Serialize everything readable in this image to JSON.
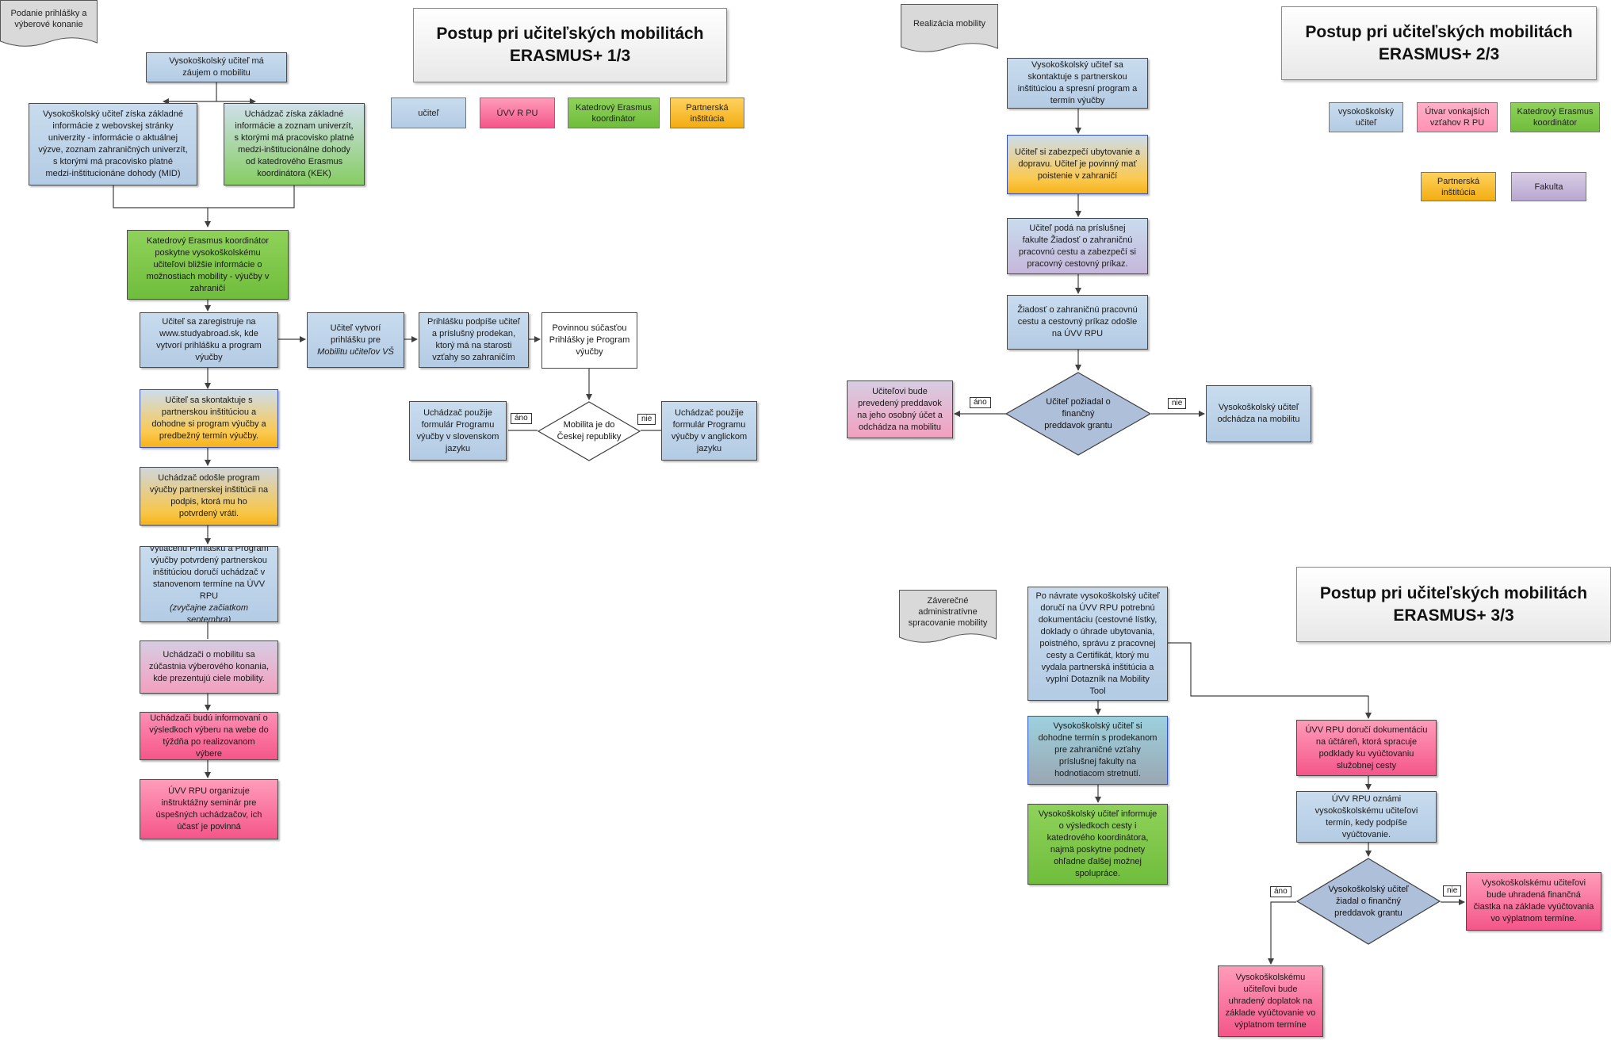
{
  "titles": {
    "t1": "Postup pri učiteľských mobilitách\nERASMUS+   1/3",
    "t2": "Postup pri učiteľských mobilitách\nERASMUS+   2/3",
    "t3": "Postup pri učiteľských mobilitách\nERASMUS+   3/3"
  },
  "sections": {
    "s1": "Podanie prihlášky a\nvýberové konanie",
    "s2": "Realizácia mobility",
    "s3": "Záverečné\nadministratívne\nspracovanie mobility"
  },
  "legend1": {
    "ucitel": "učiteľ",
    "uvv": "ÚVV R PU",
    "katedrovy": "Katedrový Erasmus\nkoordinátor",
    "partnerska": "Partnerská\ninštitúcia"
  },
  "legend2": {
    "vs_ucitel": "vysokoškolský\nučiteľ",
    "utvar": "Útvar vonkajších\nvzťahov R PU",
    "katedrovy": "Katedrový Erasmus\nkoordinátor",
    "partnerska": "Partnerská\ninštitúcia",
    "fakulta": "Fakulta"
  },
  "flow1": {
    "zaujem": "Vysokoškolský učiteľ má\nzáujem o mobilitu",
    "web": "Vysokoškolský učiteľ získa základné\ninformácie z webovskej stránky\nuniverzity - informácie o aktuálnej\nvýzve, zoznam zahraničných univerzít,\ns ktorými má pracovisko platné\nmedzi-inštitucionáne dohody (MID)",
    "kek": "Uchádzač získa základné\ninformácie a zoznam univerzít,\ns ktorými má pracovisko platné\nmedzi-inštitucionálne dohody\nod katedrového Erasmus\nkoordinátora (KEK)",
    "koordinator": "Katedrový Erasmus koordinátor\nposkytne vysokoškolskému\nučiteľovi bližšie informácie o\nmožnostiach mobility - výučby v\nzahraničí",
    "registracia": "Učiteľ sa zaregistruje na\nwww.studyabroad.sk, kde\nvytvorí prihlášku a program\nvýučby",
    "vytvori_1": "Učiteľ vytvorí\nprihlášku pre",
    "vytvori_2": "Mobilitu učiteľov VŠ",
    "podpise": "Prihlášku podpíše učiteľ\na príslušný prodekan,\nktorý má na starosti\nvzťahy so zahraničím",
    "povinnou": "Povinnou súčasťou\nPrihlášky je Program\nvýučby",
    "mobilita_cr": "Mobilita je do\nČeskej republiky",
    "ano": "áno",
    "nie": "nie",
    "slovensky": "Uchádzač použije\nformulár Programu\nvýučby v slovenskom\njazyku",
    "anglicky": "Uchádzač použije\nformulár Programu\nvýučby v anglickom\njazyku",
    "skontaktuje": "Učiteľ sa skontaktuje s\npartnerskou inštitúciou a\ndohodne si program výučby a\npredbežný termín výučby.",
    "odosle": "Uchádzač odošle program\nvýučby partnerskej inštitúcii na\npodpis, ktorá mu ho\npotvrdený vráti.",
    "dorucí_1": "Vytlačenú Prihlášku a Program\nvýučby potvrdený partnerskou\ninštitúciou doručí uchádzač v\nstanovenom termíne na ÚVV\nRPU",
    "dorucí_2": " (zvyčajne začiatkom\nseptembra)",
    "vyberove": "Uchádzači o mobilitu sa\nzúčastnia výberového konania,\nkde prezentujú ciele mobility.",
    "informovani": "Uchádzači budú informovaní o\nvýsledkoch výberu na webe do\ntýždňa po realizovanom\nvýbere",
    "seminar": "ÚVV RPU organizuje\ninštruktážny seminár pre\núspešných uchádzačov, ich\núčasť je povinná"
  },
  "flow2": {
    "skontaktuje": "Vysokoškolský učiteľ sa\nskontaktuje s partnerskou\ninštitúciou a spresní program a\ntermín výučby",
    "ubytovanie": "Učiteľ si zabezpečí ubytovanie a\ndopravu. Učiteľ je povinný mať\npoistenie v zahraničí",
    "ziadost": "Učiteľ podá na príslušnej\nfakulte Žiadosť o zahraničnú\npracovnú cestu a zabezpečí si\npracovný cestovný príkaz.",
    "ziadost_odosle": "Žiadosť o zahraničnú pracovnú\ncestu a cestovný príkaz odošle\nna ÚVV RPU",
    "poziadal": "Učiteľ požiadal o finančný\npreddavok grantu",
    "ano": "áno",
    "nie": "nie",
    "preddavok": "Učiteľovi bude\nprevedený preddavok\nna jeho osobný účet a\nodchádza na mobilitu",
    "odchadza": "Vysokoškolský učiteľ\nodchádza na mobilitu"
  },
  "flow3": {
    "navrat": "Po návrate vysokoškolský učiteľ\ndoručí na ÚVV RPU potrebnú\ndokumentáciu (cestovné lístky,\ndoklady o úhrade ubytovania,\npoistného, správu z pracovnej\ncesty a Certifikát, ktorý mu\nvydala partnerská inštitúcia a\nvyplní Dotazník na Mobility\nTool",
    "termin": "Vysokoškolský učiteľ si\ndohodne termín s prodekanom\npre zahraničné vzťahy\npríslušnej fakulty na\nhodnotiacom stretnutí.",
    "informuje": "Vysokoškolský učiteľ informuje\no výsledkoch cesty i\nkatedrového koordinátora,\nnajmä poskytne podnety\nohľadne ďalšej možnej\nspolupráce.",
    "uctaren": "ÚVV RPU doručí dokumentáciu\nna účtáreň, ktorá spracuje\npodklady ku vyúčtovaniu\nslužobnej cesty",
    "oznami": "ÚVV RPU oznámi\nvysokoškolskému učiteľovi\ntermín, kedy podpíše\nvyúčtovanie.",
    "ziadal": "Vysokoškolský učiteľ\nžiadal o finančný\npreddavok grantu",
    "ano": "áno",
    "nie": "nie",
    "doplatok": "Vysokoškolskému\nučiteľovi bude\nuhradený doplatok na\nzáklade vyúčtovanie vo\nvýplatnom termíne",
    "financna": "Vysokoškolskému učiteľovi\nbude uhradená finančná\nčiastka na základe vyúčtovania\nvo výplatnom termíne."
  },
  "colors": {
    "blue": "#b8cfe6",
    "green": "#7cc548",
    "yellow": "#f9bd2e",
    "pink": "#f86a97",
    "purple": "#c3b4d7",
    "line": "#404040"
  }
}
